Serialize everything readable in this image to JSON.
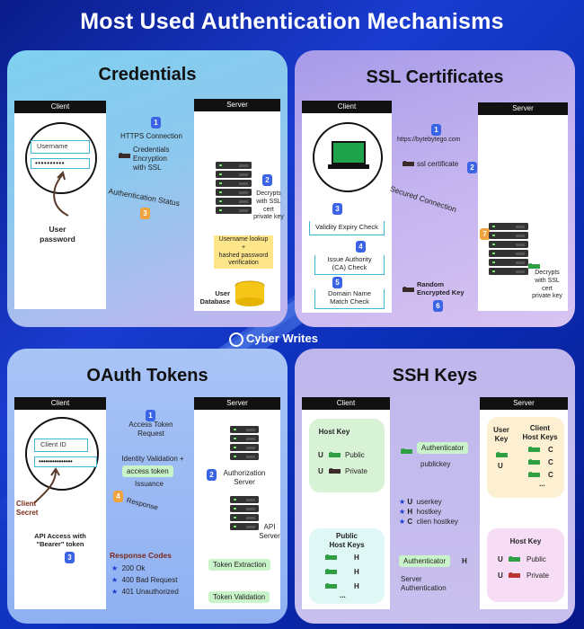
{
  "title": "Most Used Authentication Mechanisms",
  "brand": "Cyber Writes",
  "credentials": {
    "title": "Credentials",
    "client_label": "Client",
    "server_label": "Server",
    "username_placeholder": "Username",
    "password_dots": "••••••••••",
    "user_password_label": "User\npassword",
    "step1": "1",
    "step1_text": "HTTPS Connection",
    "cred_enc_text": "Credentials\nEncryption\nwith SSL",
    "step2": "2",
    "step2_text": "Decrypts\nwith SSL\ncert\nprivate key",
    "step3": "3",
    "auth_status_text": "Authentication Status",
    "lookup_text": "Username lookup\n+\nhashed password\nverification",
    "db_label": "User\nDatabase"
  },
  "ssl": {
    "title": "SSL Certificates",
    "client_label": "Client",
    "server_label": "Server",
    "step1": "1",
    "url": "https://bytebytego.com",
    "step2": "2",
    "ssl_cert_text": "ssl certificate",
    "secured_text": "Secured Connection",
    "step3": "3",
    "check1": "Validity Expiry Check",
    "step4": "4",
    "check2": "Issue Authority\n(CA) Check",
    "step5": "5",
    "check3": "Domain Name\nMatch Check",
    "random_key_text": "Random\nEncrypted Key",
    "step6": "6",
    "step7": "7",
    "decrypt_text": "Decrypts\nwith SSL\ncert\nprivate key"
  },
  "oauth": {
    "title": "OAuth Tokens",
    "client_label": "Client",
    "server_label": "Server",
    "client_id_placeholder": "Client ID",
    "secret_dots": "•••••••••••••••",
    "client_secret_label": "Client\nSecret",
    "step1": "1",
    "token_request_text": "Access Token\nRequest",
    "identity_text": "Identity Validation +",
    "access_token_chip": "access token",
    "issuance_text": "Issuance",
    "step2": "2",
    "auth_server_text": "Authorization\nServer",
    "step4": "4",
    "response_text": "Response",
    "api_server_text": "API\nServer",
    "bearer_text": "API Access with\n\"Bearer\" token",
    "step3": "3",
    "response_codes_title": "Response Codes",
    "codes": [
      "200 Ok",
      "400 Bad Request",
      "401 Unauthorized"
    ],
    "token_extraction": "Token Extraction",
    "token_validation": "Token Validation"
  },
  "ssh": {
    "title": "SSH Keys",
    "client_label": "Client",
    "server_label": "Server",
    "host_key_title": "Host Key",
    "public_label": "Public",
    "private_label": "Private",
    "u_letter": "U",
    "h_letter": "H",
    "c_letter": "C",
    "authenticator_chip": "Authenticator",
    "publickey_text": "publickey",
    "legend": [
      {
        "letter": "U",
        "text": "userkey"
      },
      {
        "letter": "H",
        "text": "hostkey"
      },
      {
        "letter": "C",
        "text": "clien hostkey"
      }
    ],
    "public_host_keys_title": "Public\nHost Keys",
    "ellipsis": "...",
    "authenticator2": "Authenticator",
    "server_auth_text": "Server\nAuthentication",
    "user_key_title": "User\nKey",
    "client_host_keys_title": "Client\nHost Keys",
    "server_host_key_title": "Host Key",
    "server_public_label": "Public",
    "server_private_label": "Private"
  },
  "colors": {
    "accent_blue": "#3a63e6",
    "accent_orange": "#f0a33c",
    "chip_green": "#c9f3c9",
    "key_green": "#2ea043"
  }
}
